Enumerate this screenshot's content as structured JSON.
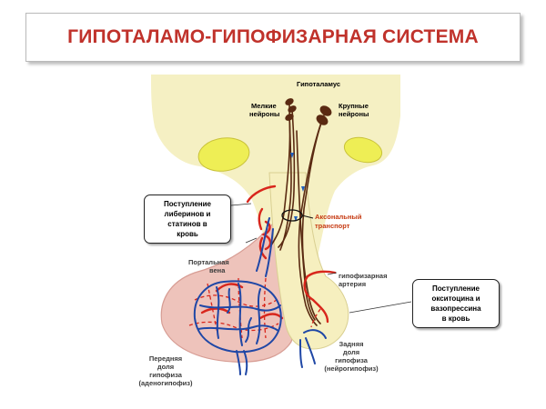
{
  "title": "ГИПОТАЛАМО-ГИПОФИЗАРНАЯ СИСТЕМА",
  "labels": {
    "hypothalamus": "Гипоталамус",
    "small_neurons": [
      "Мелкие",
      "нейроны"
    ],
    "large_neurons": [
      "Крупные",
      "нейроны"
    ],
    "axonal_transport": [
      "Аксональный",
      "транспорт"
    ],
    "portal_vein": [
      "Портальная",
      "вена"
    ],
    "hypophyseal_artery": [
      "гипофизарная",
      "артерия"
    ],
    "posterior_lobe": [
      "Задняя",
      "доля",
      "гипофиза",
      "(нейрогипофиз)"
    ],
    "anterior_lobe": [
      "Передняя",
      "доля",
      "гипофиза",
      "(аденогипофиз)"
    ]
  },
  "callouts": {
    "liberins": [
      "Поступление",
      "либеринов и",
      "статинов в",
      "кровь"
    ],
    "oxytocin": [
      "Поступление",
      "окситоцина и",
      "вазопрессина",
      "в кровь"
    ]
  },
  "colors": {
    "title": "#c0322b",
    "tissue": "#f5f0c3",
    "anterior_lobe": "#eec3bb",
    "posterior_lobe": "#f6efbf",
    "nuclei": "#eeee55",
    "neurons": "#5a2a12",
    "artery": "#d8261c",
    "vein": "#1f47a6",
    "axonal_label": "#c63a12"
  }
}
